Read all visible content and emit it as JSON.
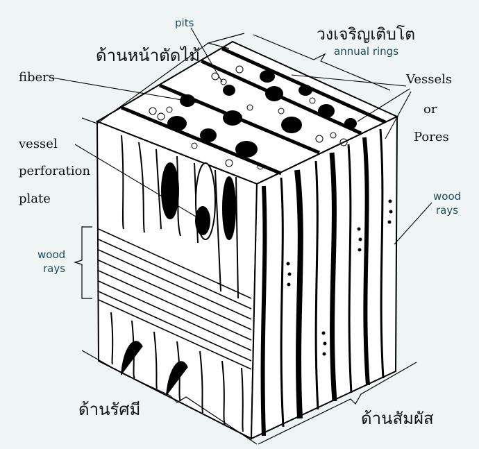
{
  "labels": {
    "pits": "pits",
    "cross_section_thai": "ด้านหน้าตัดไม้",
    "annual_rings_thai": "วงเจริญเติบโต",
    "annual_rings": "annual rings",
    "fibers": "fibers",
    "vessels_line1": "Vessels",
    "vessels_line2": "or",
    "vessels_line3": "Pores",
    "vessel_perforation_line1": "vessel",
    "vessel_perforation_line2": "perforation",
    "vessel_perforation_line3": "plate",
    "wood_rays_left_line1": "wood",
    "wood_rays_left_line2": "rays",
    "wood_rays_right_line1": "wood",
    "wood_rays_right_line2": "rays",
    "radial_face_thai": "ด้านรัศมี",
    "tangential_face_thai": "ด้านสัมผัส"
  },
  "colors": {
    "background": "#eef5f4",
    "ink": "#111111",
    "label_teal": "#1d4a57"
  }
}
